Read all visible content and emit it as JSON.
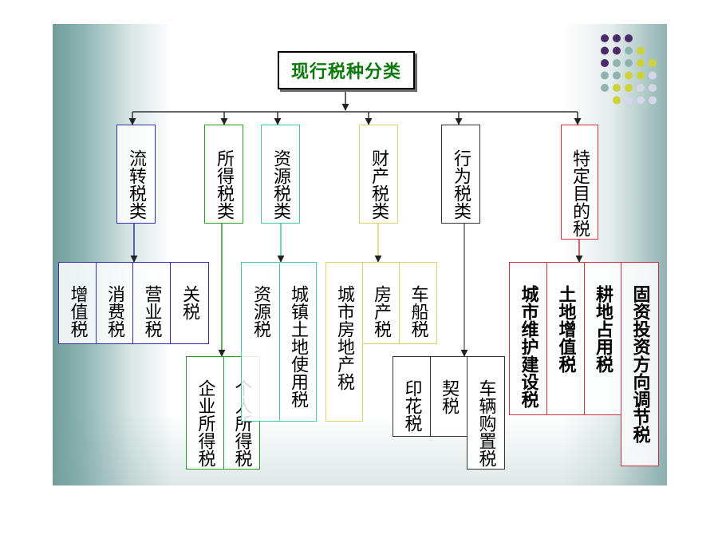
{
  "title": "现行税种分类",
  "categories": {
    "liuzhuan": "流转税类",
    "suode": "所得税类",
    "ziyuan": "资源税类",
    "caichan": "财产税类",
    "xingwei": "行为税类",
    "teding": "特定目的税"
  },
  "taxes": {
    "zengzhi": "增值税",
    "xiaofei": "消费税",
    "yingye": "营业税",
    "guan": "关税",
    "qiye_suode": "企业所得税",
    "geren_suode": "个人所得税",
    "ziyuan_shui": "资源税",
    "chengzhen_tudi": "城镇土地使用税",
    "chengshi_fangdichan": "城市房地产税",
    "fangchan": "房产税",
    "chechuan": "车船税",
    "yinhua": "印花税",
    "qi": "契税",
    "cheliang_gouzhi": "车辆购置税",
    "chengshi_weihu": "城市维护建设税",
    "tudi_zengzhi": "土地增值税",
    "gengdi_zhanyong": "耕地占用税",
    "guzi_touzi": "固资投资方向调节税"
  },
  "colors": {
    "title_text": "#0b7a0b",
    "liuzhuan": "#3030b0",
    "suode": "#2a9a2a",
    "ziyuan": "#40c8a8",
    "caichan": "#e0d070",
    "xingwei": "#555555",
    "teding": "#d03040"
  }
}
